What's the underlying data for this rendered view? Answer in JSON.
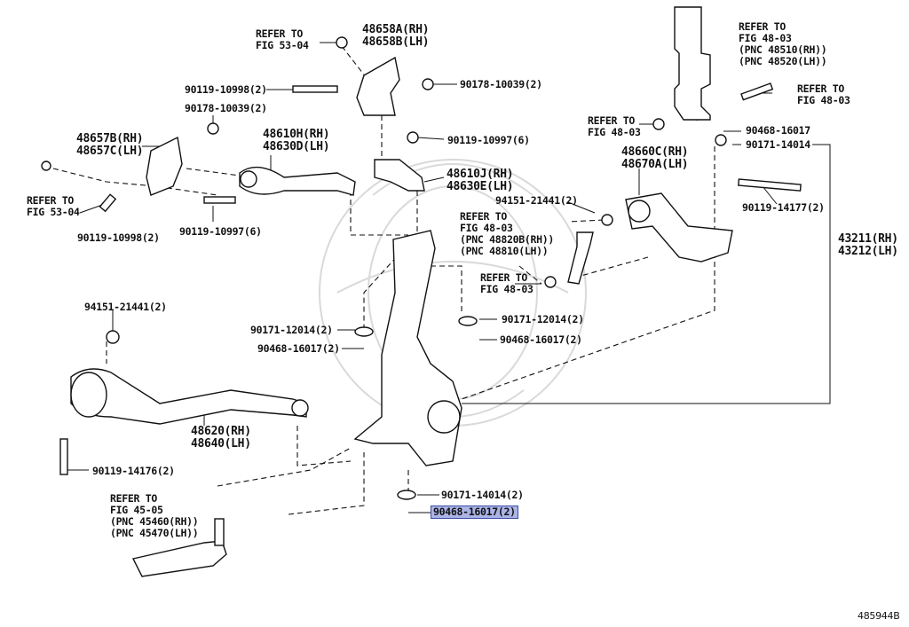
{
  "labels": {
    "refer_53_04_top": "REFER TO\nFIG 53-04",
    "pn_48658": "48658A(RH)\n48658B(LH)",
    "pn_90119_10998_top": "90119-10998(2)",
    "pn_90178_10039_right": "90178-10039(2)",
    "pn_90178_10039_left": "90178-10039(2)",
    "pn_90119_10997_6_right": "90119-10997(6)",
    "pn_48657": "48657B(RH)\n48657C(LH)",
    "pn_48610H": "48610H(RH)\n48630D(LH)",
    "pn_48610J": "48610J(RH)\n48630E(LH)",
    "refer_53_04_left": "REFER TO\nFIG 53-04",
    "pn_90119_10998_bottom": "90119-10998(2)",
    "pn_90119_10997_6_left": "90119-10997(6)",
    "refer_48_03_top": "REFER TO\nFIG 48-03\n(PNC 48510(RH))\n(PNC 48520(LH))",
    "refer_48_03_bolt": "REFER TO\nFIG 48-03",
    "refer_48_03_nut": "REFER TO\nFIG 48-03",
    "pn_90468_16017_right": "90468-16017",
    "pn_90171_14014_right": "90171-14014",
    "pn_48660": "48660C(RH)\n48670A(LH)",
    "pn_94151_21441_right": "94151-21441(2)",
    "refer_48_03_link": "REFER TO\nFIG 48-03\n(PNC 48820B(RH))\n(PNC 48810(LH))",
    "pn_90119_14177": "90119-14177(2)",
    "pn_43211": "43211(RH)\n43212(LH)",
    "refer_48_03_mid": "REFER TO\nFIG 48-03",
    "pn_94151_21441_left": "94151-21441(2)",
    "pn_90171_12014_left": "90171-12014(2)",
    "pn_90171_12014_right": "90171-12014(2)",
    "pn_90468_16017_left": "90468-16017(2)",
    "pn_90468_16017_mid": "90468-16017(2)",
    "pn_48620": "48620(RH)\n48640(LH)",
    "pn_90119_14176": "90119-14176(2)",
    "pn_90171_14014_bottom": "90171-14014(2)",
    "pn_90468_16017_highlight": "90468-16017(2)",
    "refer_45_05": "REFER TO\nFIG 45-05\n(PNC 45460(RH))\n(PNC 45470(LH))",
    "figure_code": "485944B"
  },
  "colors": {
    "line": "#111111",
    "highlight_fill": "#aab4e6",
    "highlight_border": "#3b4aa8",
    "watermark": "#d9d9d9"
  }
}
